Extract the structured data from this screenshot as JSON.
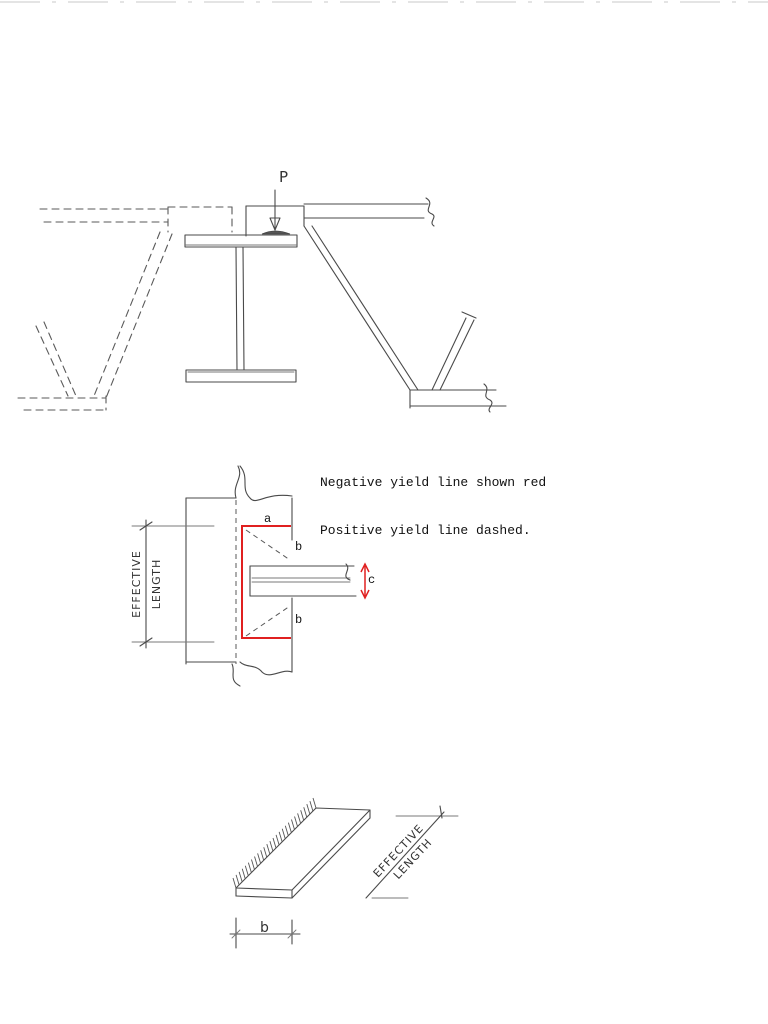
{
  "figure1": {
    "load_label": "P"
  },
  "legend": {
    "line1": "Negative yield line shown red",
    "line2": "Positive yield line dashed."
  },
  "figure2": {
    "label_a": "a",
    "label_b_top": "b",
    "label_b_bottom": "b",
    "label_c": "c",
    "effective_length_line1": "EFFECTIVE",
    "effective_length_line2": "LENGTH",
    "colors": {
      "negative_yield_line": "#e02020",
      "dimension_arrow": "#e02020"
    }
  },
  "figure3": {
    "label_b": "b",
    "effective_length_line1": "EFFECTIVE",
    "effective_length_line2": "LENGTH"
  }
}
